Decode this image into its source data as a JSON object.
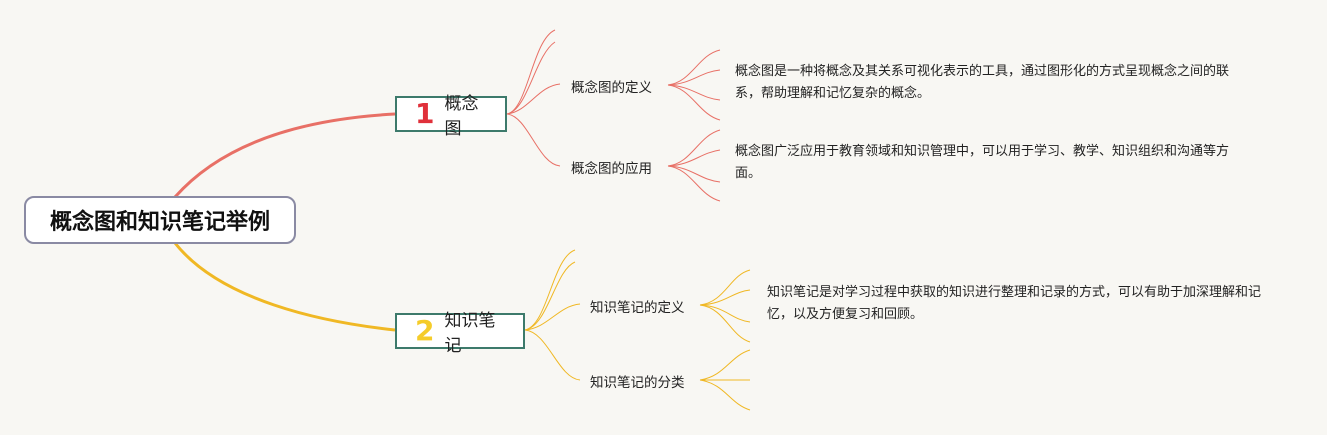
{
  "root": {
    "label": "概念图和知识笔记举例"
  },
  "colors": {
    "branch1": "#e87066",
    "branch2": "#f0b824",
    "topic_border": "#3d7a6b",
    "root_border": "#8a8aa3"
  },
  "branch1": {
    "number": "1",
    "label": "概念图",
    "definition": {
      "label": "概念图的定义",
      "text": "概念图是一种将概念及其关系可视化表示的工具，通过图形化的方式呈现概念之间的联系，帮助理解和记忆复杂的概念。"
    },
    "application": {
      "label": "概念图的应用",
      "text": "概念图广泛应用于教育领域和知识管理中，可以用于学习、教学、知识组织和沟通等方面。"
    }
  },
  "branch2": {
    "number": "2",
    "label": "知识笔记",
    "definition": {
      "label": "知识笔记的定义",
      "text": "知识笔记是对学习过程中获取的知识进行整理和记录的方式，可以有助于加深理解和记忆，以及方便复习和回顾。"
    },
    "classification": {
      "label": "知识笔记的分类"
    }
  }
}
